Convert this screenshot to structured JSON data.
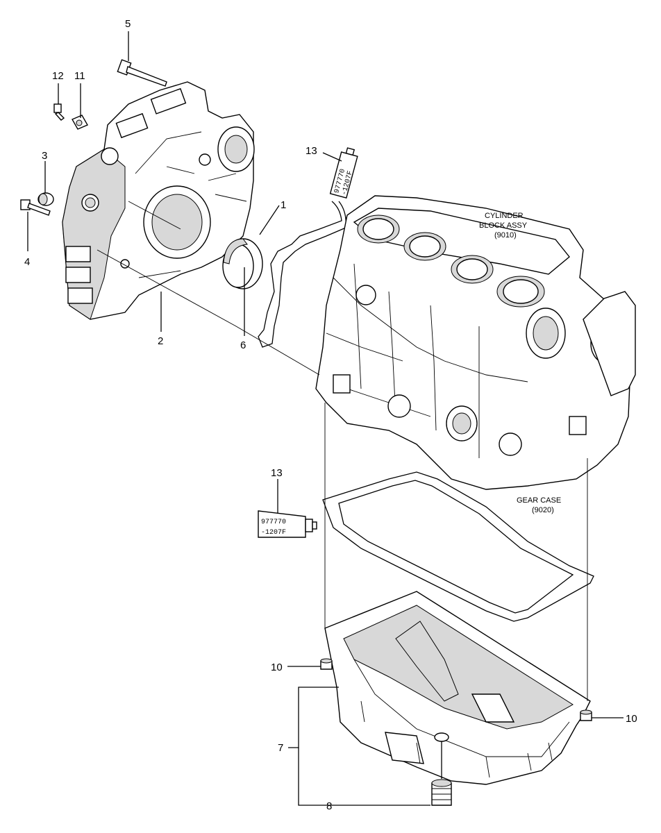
{
  "callouts": {
    "c1": "1",
    "c2": "2",
    "c3": "3",
    "c4": "4",
    "c5": "5",
    "c6": "6",
    "c7": "7",
    "c8": "8",
    "c10a": "10",
    "c10b": "10",
    "c11": "11",
    "c12": "12",
    "c13a": "13",
    "c13b": "13"
  },
  "labels": {
    "cylinder_block_line1": "CYLINDER",
    "cylinder_block_line2": "BLOCK ASSY",
    "cylinder_block_code": "(9010)",
    "gear_case_line1": "GEAR CASE",
    "gear_case_code": "(9020)"
  },
  "sealant_tube": {
    "code_line1": "977770",
    "code_line2": "-1207F"
  }
}
